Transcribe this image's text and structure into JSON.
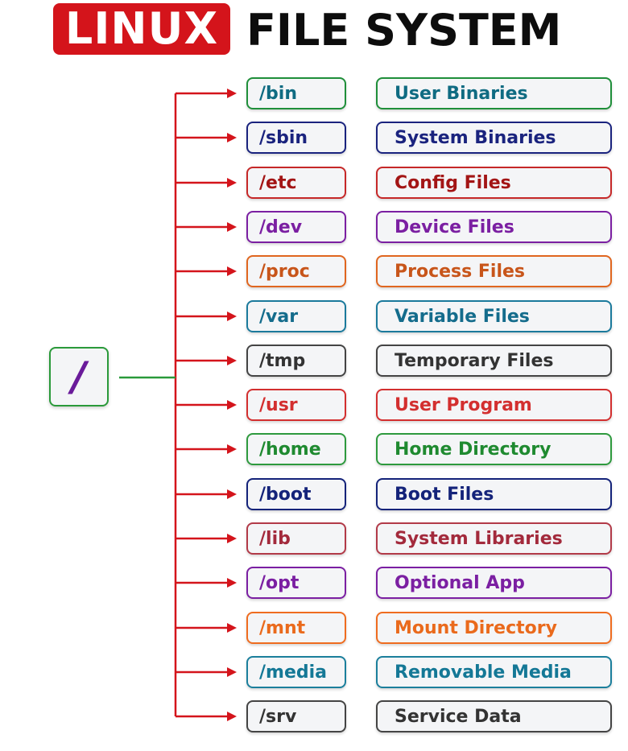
{
  "title": {
    "highlight": "LINUX",
    "rest": "FILE SYSTEM",
    "highlight_bg": "#d4141b",
    "highlight_color": "#ffffff",
    "rest_color": "#0d0d0d"
  },
  "root": {
    "label": "/",
    "border_color": "#2a9a3a",
    "text_color": "#6a1b9a"
  },
  "connectors": {
    "trunk_color": "#d4141b",
    "root_link_color": "#2a9a3a"
  },
  "rows": [
    {
      "dir": "/bin",
      "desc": "User Binaries",
      "color": "#1f8f3a",
      "text": "#0f6b82"
    },
    {
      "dir": "/sbin",
      "desc": "System Binaries",
      "color": "#1a237e",
      "text": "#1a237e"
    },
    {
      "dir": "/etc",
      "desc": "Config Files",
      "color": "#c62828",
      "text": "#a31515"
    },
    {
      "dir": "/dev",
      "desc": "Device Files",
      "color": "#7b1fa2",
      "text": "#7b1fa2"
    },
    {
      "dir": "/proc",
      "desc": "Process Files",
      "color": "#e0661f",
      "text": "#c8551a"
    },
    {
      "dir": "/var",
      "desc": "Variable Files",
      "color": "#1b7a9c",
      "text": "#146c8c"
    },
    {
      "dir": "/tmp",
      "desc": "Temporary Files",
      "color": "#444444",
      "text": "#333333"
    },
    {
      "dir": "/usr",
      "desc": "User Program",
      "color": "#d32f2f",
      "text": "#d32f2f"
    },
    {
      "dir": "/home",
      "desc": "Home Directory",
      "color": "#2e9a3e",
      "text": "#1f8a30"
    },
    {
      "dir": "/boot",
      "desc": "Boot Files",
      "color": "#14237a",
      "text": "#14237a"
    },
    {
      "dir": "/lib",
      "desc": "System Libraries",
      "color": "#b23a48",
      "text": "#a32a3c"
    },
    {
      "dir": "/opt",
      "desc": "Optional App",
      "color": "#7b1fa2",
      "text": "#7b1fa2"
    },
    {
      "dir": "/mnt",
      "desc": "Mount Directory",
      "color": "#ef6c1f",
      "text": "#ea6a1c"
    },
    {
      "dir": "/media",
      "desc": "Removable Media",
      "color": "#1b7f9c",
      "text": "#147896"
    },
    {
      "dir": "/srv",
      "desc": "Service Data",
      "color": "#444444",
      "text": "#333333"
    }
  ]
}
